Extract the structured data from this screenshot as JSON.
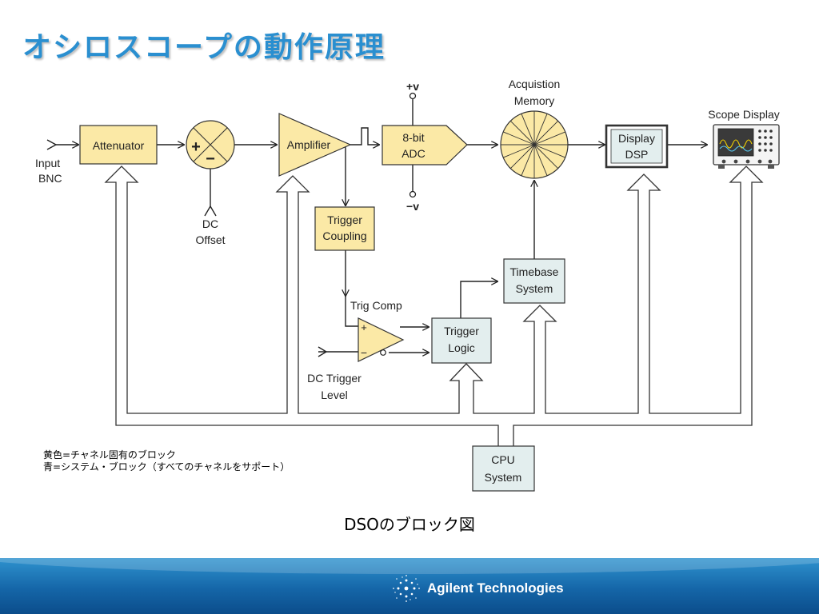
{
  "slide": {
    "title": "オシロスコープの動作原理",
    "caption": "DSOのブロック図",
    "legend": {
      "yellow": "黄色=チャネル固有のブロック",
      "blue": "青=システム・ブロック（すべてのチャネルをサポート）"
    }
  },
  "diagram": {
    "input_label": [
      "Input",
      "BNC"
    ],
    "attenuator": "Attenuator",
    "mixer_plus": "+",
    "mixer_minus": "−",
    "dc_offset": [
      "DC",
      "Offset"
    ],
    "amplifier": "Amplifier",
    "adc": [
      "8-bit",
      "ADC"
    ],
    "plus_v": "+v",
    "minus_v": "−v",
    "acq_memory": [
      "Acquistion",
      "Memory"
    ],
    "display_dsp": [
      "Display",
      "DSP"
    ],
    "scope_display": "Scope Display",
    "trigger_coupling": [
      "Trigger",
      "Coupling"
    ],
    "trig_comp": "Trig Comp",
    "comp_plus": "+",
    "comp_minus": "−",
    "dc_trigger_level": [
      "DC Trigger",
      "Level"
    ],
    "trigger_logic": [
      "Trigger",
      "Logic"
    ],
    "timebase": [
      "Timebase",
      "System"
    ],
    "cpu": [
      "CPU",
      "System"
    ]
  },
  "colors": {
    "channel_block": "#fbe9a6",
    "system_block": "#e3eeee",
    "title": "#2a8fd0",
    "footer": "#1566a8"
  },
  "footer": {
    "brand": "Agilent Technologies",
    "logo_icon": "agilent-spark-icon"
  }
}
